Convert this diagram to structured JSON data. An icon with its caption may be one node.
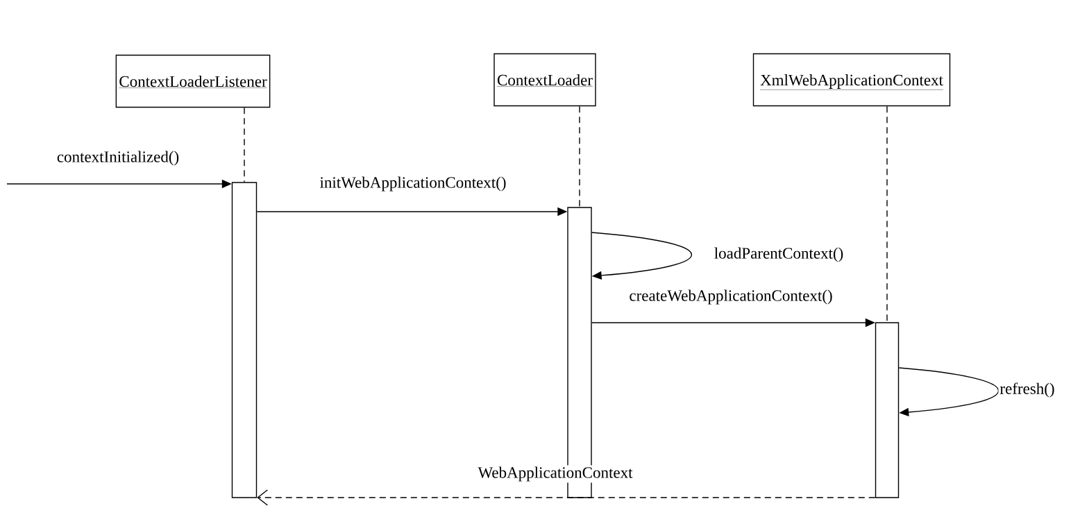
{
  "diagram": {
    "nodes": [
      {
        "text": [
          "ContextLoaderListener"
        ]
      },
      {
        "text": [
          "ContextLoader"
        ]
      },
      {
        "text": [
          "XmlWebApplicationContext"
        ]
      },
      {
        "text": [],
        "shape": "bar"
      },
      {
        "text": [],
        "shape": "bar"
      },
      {
        "text": [],
        "shape": "bar"
      }
    ],
    "edges": [
      {
        "from": 0,
        "to": 3,
        "arrow": "none",
        "style": "dashed"
      },
      {
        "from": 1,
        "to": 4,
        "arrow": "none",
        "style": "dashed"
      },
      {
        "from": 2,
        "to": 5,
        "arrow": "none",
        "style": "dashed"
      },
      {
        "from": null,
        "to": 3,
        "arrow": "to",
        "label": "contextInitialized()"
      },
      {
        "from": 3,
        "to": 4,
        "arrow": "to",
        "label": "initWebApplicationContext()"
      },
      {
        "from": 4,
        "to": 4,
        "arrow": "to",
        "label": "loadParentContext()"
      },
      {
        "from": 4,
        "to": 5,
        "arrow": "to",
        "label": "createWebApplicationContext()"
      },
      {
        "from": 5,
        "to": 5,
        "arrow": "to",
        "label": "refresh()"
      },
      {
        "from": 5,
        "to": 3,
        "arrow": "to",
        "style": "dashed",
        "label": "WebApplicationContext"
      }
    ]
  }
}
